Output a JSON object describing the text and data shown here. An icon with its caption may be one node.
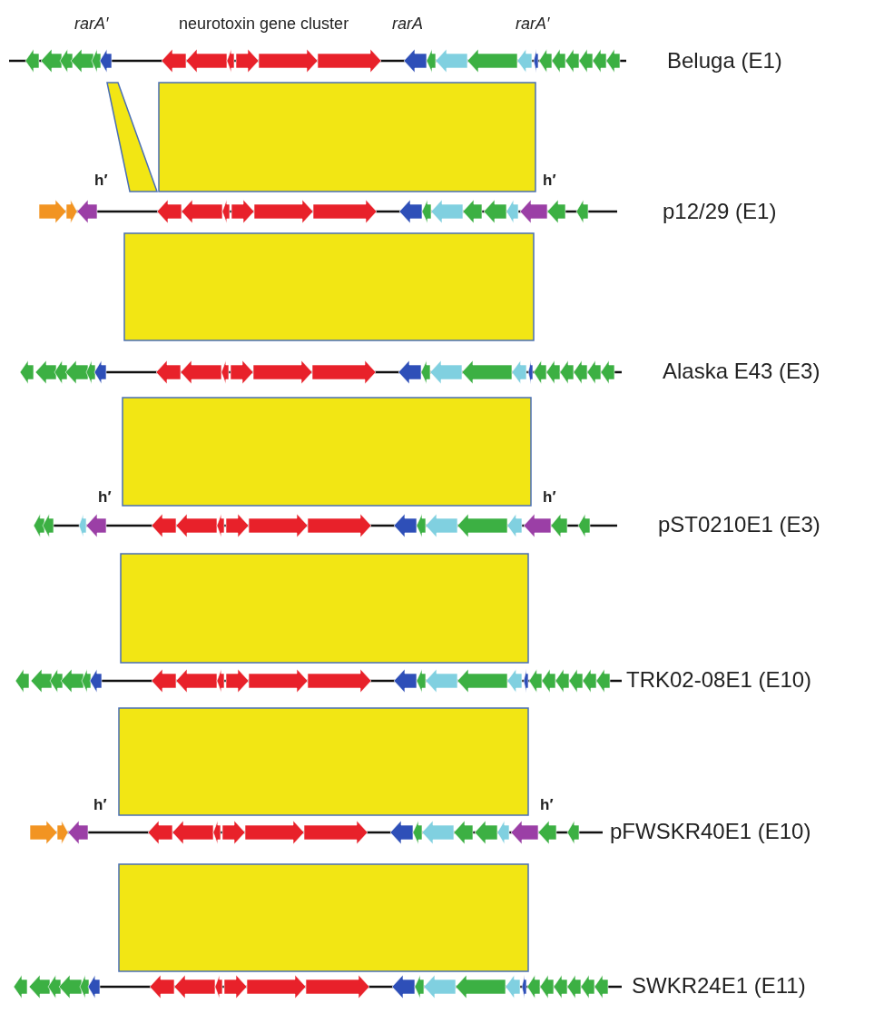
{
  "diagram": {
    "labels": [
      "rarA′",
      "neurotoxin gene cluster",
      "rarA",
      "rarA′",
      "Beluga (E1)",
      "h′",
      "h′",
      "p12/29 (E1)",
      "Alaska E43 (E3)",
      "h′",
      "h′",
      "pST0210E1 (E3)",
      "TRK02-08E1 (E10)",
      "h′",
      "h′",
      "pFWSKR40E1 (E10)",
      "SWKR24E1 (E11)"
    ]
  }
}
